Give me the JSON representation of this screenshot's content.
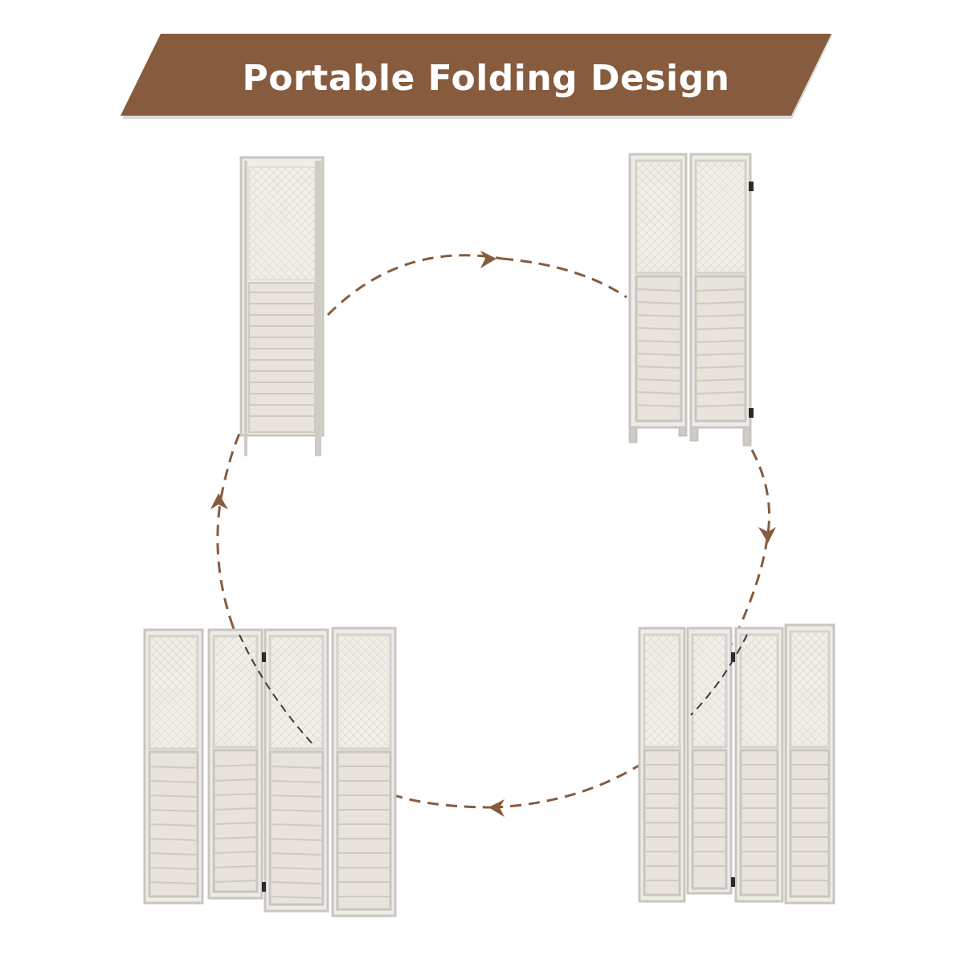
{
  "banner": {
    "title": "Portable Folding Design",
    "color": "#865b3e"
  },
  "illustration": {
    "screens": [
      {
        "name": "screen-folded",
        "panels": 1
      },
      {
        "name": "screen-two-panels",
        "panels": 2
      },
      {
        "name": "screen-four-panels-zigzag",
        "panels": 4
      },
      {
        "name": "screen-four-panels-open",
        "panels": 4
      }
    ],
    "arrow_color": "#865b3e",
    "frame_color": "#c9c5c0",
    "lattice_color": "#e9e5df",
    "slat_color": "#d8d3cc"
  }
}
